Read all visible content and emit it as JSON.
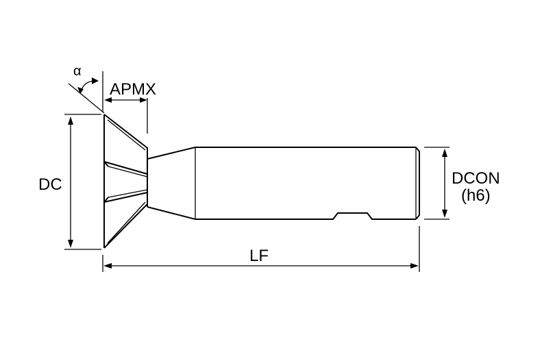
{
  "labels": {
    "alpha": "α",
    "apmx": "APMX",
    "dc": "DC",
    "dcon_line1": "DCON",
    "dcon_line2": "(h6)",
    "lf": "LF"
  }
}
